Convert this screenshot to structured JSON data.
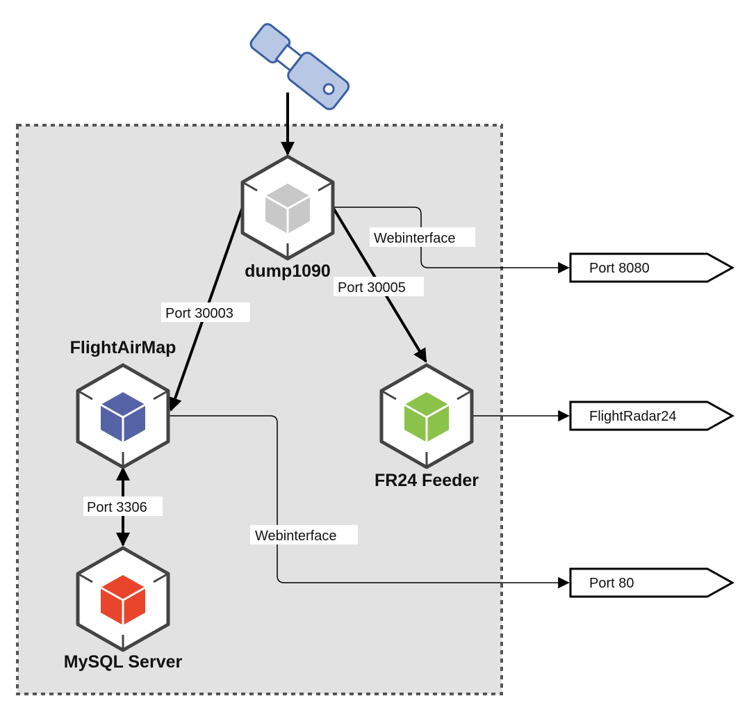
{
  "icons": {
    "source": "usb-stick-icon",
    "node": "container-cube-icon"
  },
  "colors": {
    "group_fill": "#e2e2e2",
    "group_border": "#555555",
    "hex_stroke": "#444444",
    "usb_fill": "#b8c8e4",
    "usb_stroke": "#3a5fa3",
    "cube_dump1090": "#c8c8c8",
    "cube_flightairmap": "#5563a6",
    "cube_fr24": "#8bc34a",
    "cube_mysql": "#e8452c"
  },
  "nodes": {
    "dump1090": {
      "label": "dump1090"
    },
    "flightairmap": {
      "label": "FlightAirMap"
    },
    "fr24": {
      "label": "FR24 Feeder"
    },
    "mysql": {
      "label": "MySQL Server"
    }
  },
  "edges": {
    "dump_webinterface": "Webinterface",
    "dump_fam": "Port 30003",
    "dump_fr24": "Port 30005",
    "fam_mysql": "Port 3306",
    "fam_webinterface": "Webinterface"
  },
  "outputs": {
    "port8080": "Port 8080",
    "fr24": "FlightRadar24",
    "port80": "Port 80"
  }
}
